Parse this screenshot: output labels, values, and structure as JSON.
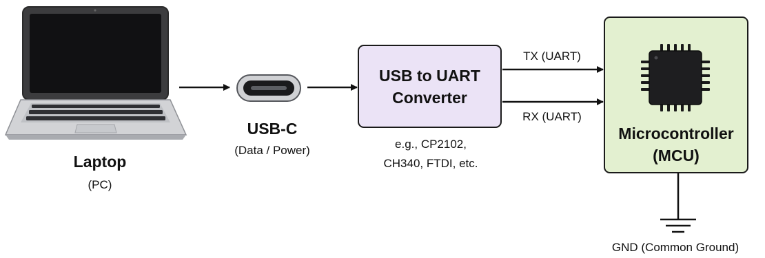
{
  "laptop": {
    "title": "Laptop",
    "subtitle": "(PC)"
  },
  "usb_c": {
    "title": "USB-C",
    "subtitle": "(Data / Power)"
  },
  "converter": {
    "title_line1": "USB to UART",
    "title_line2": "Converter",
    "note_line1": "e.g., CP2102,",
    "note_line2": "CH340, FTDI, etc."
  },
  "links": {
    "tx": "TX (UART)",
    "rx": "RX (UART)"
  },
  "mcu": {
    "title_line1": "Microcontroller",
    "title_line2": "(MCU)"
  },
  "ground": {
    "label": "GND (Common Ground)"
  },
  "colors": {
    "converter_fill": "#ebe3f6",
    "mcu_fill": "#e3f0d0",
    "stroke": "#1a1a1a"
  }
}
